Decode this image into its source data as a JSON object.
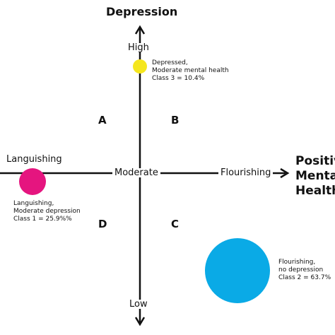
{
  "diagram": {
    "vertical_axis": {
      "title": "Depression",
      "top_label": "High",
      "bottom_label": "Low"
    },
    "horizontal_axis": {
      "left_label": "Languishing",
      "center_label": "Moderate",
      "right_label": "Flourishing",
      "title_lines": [
        "Positive",
        "Mental",
        "Health"
      ]
    },
    "quadrants": {
      "top_left": "A",
      "top_right": "B",
      "bottom_right": "C",
      "bottom_left": "D"
    },
    "classes": [
      {
        "lines": [
          "Depressed,",
          "Moderate mental health",
          "Class 3 = 10.4%"
        ],
        "color": "#f5e61e",
        "share_percent": 10.4
      },
      {
        "lines": [
          "Languishing,",
          "Moderate depression",
          "Class 1 = 25.9%%"
        ],
        "color": "#e5157f",
        "share_percent": 25.9
      },
      {
        "lines": [
          "Flourishing,",
          "no depression",
          "Class 2 = 63.7%"
        ],
        "color": "#0aaae6",
        "share_percent": 63.7
      }
    ],
    "colors": {
      "axis": "#111111",
      "text": "#111111"
    }
  }
}
